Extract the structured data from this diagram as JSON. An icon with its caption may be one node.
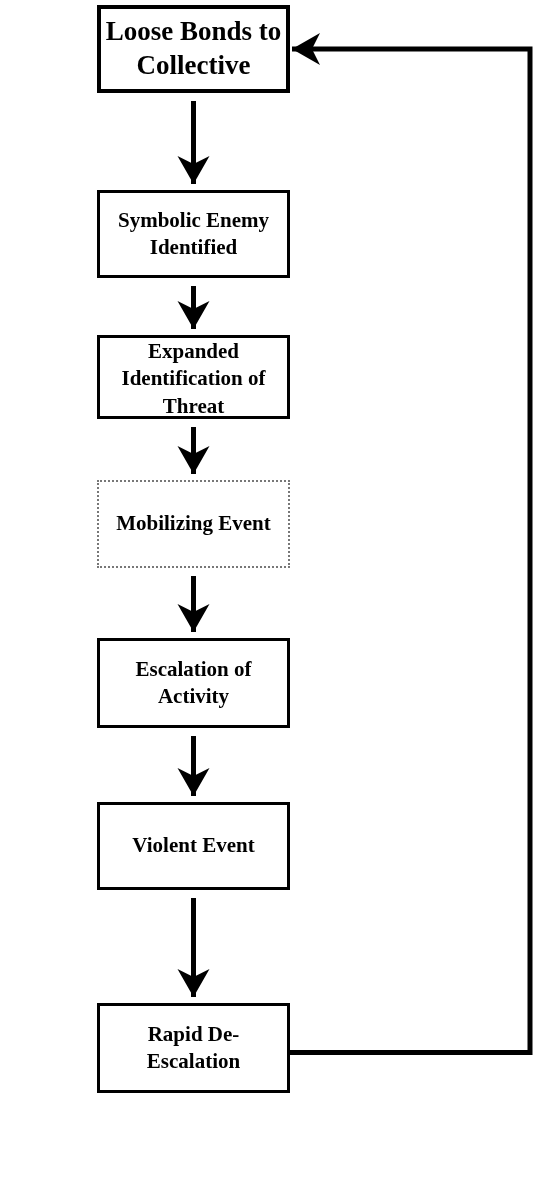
{
  "diagram": {
    "nodes": [
      {
        "text": [
          "Loose Bonds to Collective"
        ]
      },
      {
        "text": [
          "Symbolic Enemy Identified"
        ]
      },
      {
        "text": [
          "Expanded Identification of Threat"
        ]
      },
      {
        "text": [
          "Mobilizing Event"
        ]
      },
      {
        "text": [
          "Escalation of Activity"
        ]
      },
      {
        "text": [
          "Violent Event"
        ]
      },
      {
        "text": [
          "Rapid De-Escalation"
        ]
      }
    ],
    "edges": [
      {
        "from": 0,
        "to": 1,
        "arrow": "to"
      },
      {
        "from": 1,
        "to": 2,
        "arrow": "to"
      },
      {
        "from": 2,
        "to": 3,
        "arrow": "to"
      },
      {
        "from": 3,
        "to": 4,
        "arrow": "to"
      },
      {
        "from": 4,
        "to": 5,
        "arrow": "to"
      },
      {
        "from": 5,
        "to": 6,
        "arrow": "to"
      },
      {
        "from": 6,
        "to": 0,
        "arrow": "to"
      }
    ]
  }
}
